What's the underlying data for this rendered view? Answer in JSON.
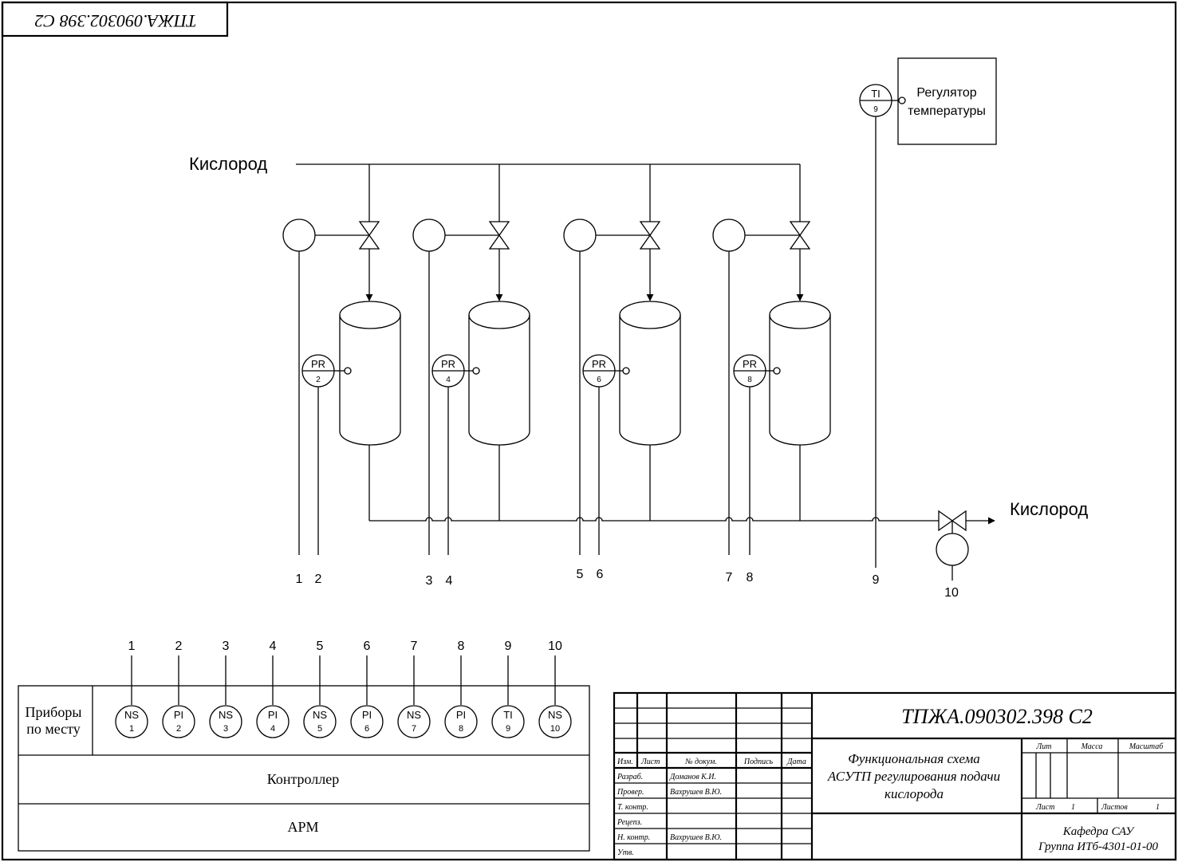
{
  "stamp_code": "ТПЖА.090302.398 С2",
  "oxygen_in_label": "Кислород",
  "oxygen_out_label": "Кислород",
  "regulator": {
    "line1": "Регулятор",
    "line2": "температуры"
  },
  "ti_instrument": {
    "code": "TI",
    "num": "9"
  },
  "pr_instruments": [
    {
      "code": "PR",
      "num": "2"
    },
    {
      "code": "PR",
      "num": "4"
    },
    {
      "code": "PR",
      "num": "6"
    },
    {
      "code": "PR",
      "num": "8"
    }
  ],
  "line_numbers": [
    "1",
    "2",
    "3",
    "4",
    "5",
    "6",
    "7",
    "8",
    "9",
    "10"
  ],
  "panel": {
    "row1_label_line1": "Приборы",
    "row1_label_line2": "по месту",
    "row2_label": "Контроллер",
    "row3_label": "АРМ",
    "top_numbers": [
      "1",
      "2",
      "3",
      "4",
      "5",
      "6",
      "7",
      "8",
      "9",
      "10"
    ],
    "instruments": [
      {
        "code": "NS",
        "num": "1"
      },
      {
        "code": "PI",
        "num": "2"
      },
      {
        "code": "NS",
        "num": "3"
      },
      {
        "code": "PI",
        "num": "4"
      },
      {
        "code": "NS",
        "num": "5"
      },
      {
        "code": "PI",
        "num": "6"
      },
      {
        "code": "NS",
        "num": "7"
      },
      {
        "code": "PI",
        "num": "8"
      },
      {
        "code": "TI",
        "num": "9"
      },
      {
        "code": "NS",
        "num": "10"
      }
    ]
  },
  "title_block": {
    "doc_code": "ТПЖА.090302.398 С2",
    "title_line1": "Функциональная схема",
    "title_line2": "АСУТП регулирования подачи",
    "title_line3": "кислорода",
    "col_izm": "Изм.",
    "col_list": "Лист",
    "col_ndoc": "№ докум.",
    "col_podp": "Подпись",
    "col_data": "Дата",
    "roles": [
      "Разраб.",
      "Провер.",
      "Т. контр.",
      "Рецenз.",
      "Н.  контр.",
      "Утв."
    ],
    "names": [
      "Доманов К.И.",
      "Вахрушев В.Ю.",
      "",
      "",
      "Вахрушев В.Ю.",
      ""
    ],
    "lit": "Лит",
    "massa": "Масса",
    "masshtab": "Масштаб",
    "list_label": "Лист",
    "list_value": "1",
    "listov_label": "Листов",
    "listov_value": "1",
    "dept": "Кафедра САУ",
    "group": "Группа ИТб-4301-01-00"
  }
}
